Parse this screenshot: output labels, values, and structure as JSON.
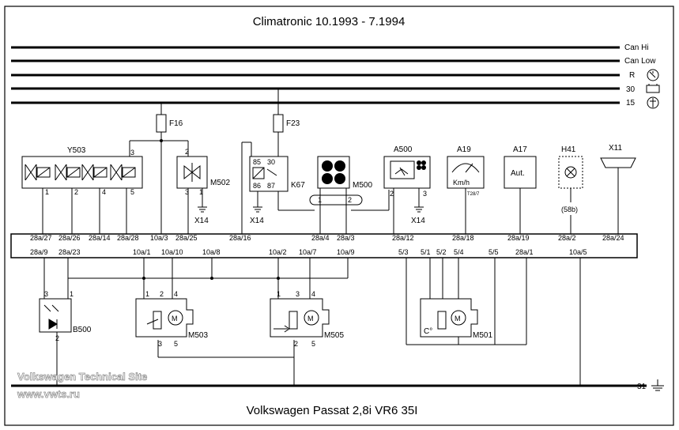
{
  "title": "Climatronic 10.1993 - 7.1994",
  "footer": "Volkswagen Passat 2,8i VR6 35I",
  "watermark": {
    "line1": "Volkswagen Technical Site",
    "line2": "www.vwts.ru"
  },
  "bus_lines": {
    "can_hi": "Can Hi",
    "can_low": "Can Low",
    "r": "R",
    "t30": "30",
    "t15": "15",
    "t31": "31"
  },
  "fuses": {
    "f16": "F16",
    "f23": "F23"
  },
  "components": {
    "y503": "Y503",
    "m502": "M502",
    "k67": "K67",
    "m500": "M500",
    "a500": "A500",
    "a19": "A19",
    "a19_unit": "Km/h",
    "a19_conn": "T28/7",
    "a17": "A17",
    "a17_text": "Aut.",
    "h41": "H41",
    "h41_note": "(58b)",
    "x11": "X11",
    "x14": "X14",
    "b500": "B500",
    "m503": "M503",
    "m505": "M505",
    "m501": "M501",
    "motor": "M",
    "celsius": "C°"
  },
  "relay": {
    "p85": "85",
    "p30": "30",
    "p86": "86",
    "p87": "87"
  },
  "pins": {
    "y503": [
      "1",
      "2",
      "4",
      "5",
      "3"
    ],
    "m502": [
      "2",
      "3",
      "1"
    ],
    "m500": [
      "1",
      "2"
    ],
    "a500": [
      "2",
      "3"
    ],
    "b500": [
      "3",
      "1",
      "2"
    ],
    "m503": [
      "1",
      "2",
      "4",
      "3",
      "5"
    ],
    "m505": [
      "1",
      "3",
      "4",
      "2",
      "5"
    ]
  },
  "connector_top": [
    "28a/27",
    "28a/26",
    "28a/14",
    "28a/28",
    "10a/3",
    "28a/25",
    "28a/16",
    "28a/4",
    "28a/3",
    "28a/12",
    "28a/18",
    "28a/19",
    "28a/2",
    "28a/24"
  ],
  "connector_bottom": [
    "28a/9",
    "28a/23",
    "10a/1",
    "10a/10",
    "10a/8",
    "10a/2",
    "10a/7",
    "10a/9",
    "5/3",
    "5/1",
    "5/2",
    "5/4",
    "5/5",
    "28a/1",
    "10a/5"
  ]
}
